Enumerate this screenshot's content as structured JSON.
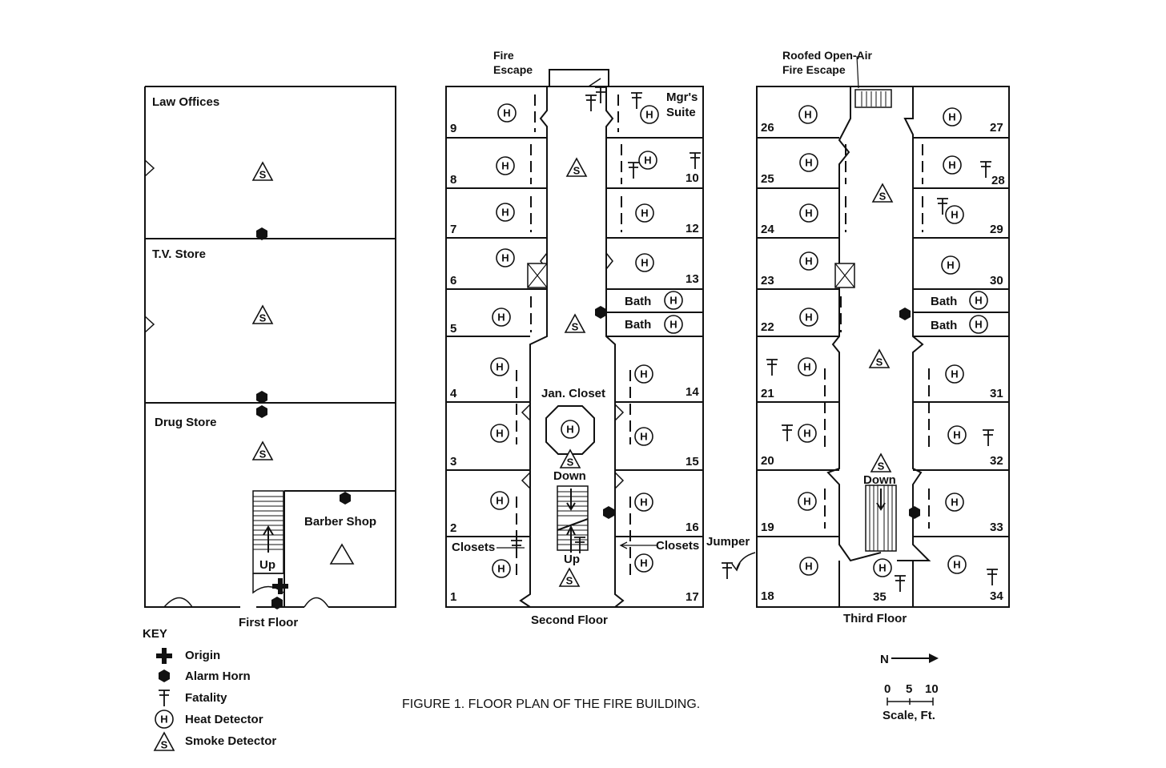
{
  "caption": "FIGURE 1. FLOOR PLAN OF THE FIRE BUILDING.",
  "floors": {
    "first": {
      "title": "First Floor",
      "rooms": [
        "Law Offices",
        "T.V. Store",
        "Drug Store",
        "Barber Shop"
      ],
      "stair_label": "Up"
    },
    "second": {
      "title": "Second Floor",
      "fire_escape": "Fire Escape",
      "mgr_suite": "Mgr's Suite",
      "jan_closet": "Jan. Closet",
      "bath": "Bath",
      "closets": "Closets",
      "down": "Down",
      "up": "Up",
      "room_numbers": [
        "9",
        "8",
        "7",
        "6",
        "5",
        "4",
        "3",
        "2",
        "1",
        "10",
        "12",
        "13",
        "14",
        "15",
        "16",
        "17"
      ]
    },
    "third": {
      "title": "Third Floor",
      "fire_escape": "Roofed Open-Air Fire Escape",
      "bath": "Bath",
      "down": "Down",
      "jumper": "Jumper",
      "room_numbers": [
        "26",
        "25",
        "24",
        "23",
        "22",
        "21",
        "20",
        "19",
        "18",
        "27",
        "28",
        "29",
        "30",
        "31",
        "32",
        "33",
        "34",
        "35"
      ]
    }
  },
  "key": {
    "title": "KEY",
    "items": [
      "Origin",
      "Alarm Horn",
      "Fatality",
      "Heat Detector",
      "Smoke Detector"
    ]
  },
  "detectors": {
    "heat": "H",
    "smoke": "S"
  },
  "north": "N",
  "scale": {
    "ticks": [
      "0",
      "5",
      "10"
    ],
    "label": "Scale, Ft."
  }
}
